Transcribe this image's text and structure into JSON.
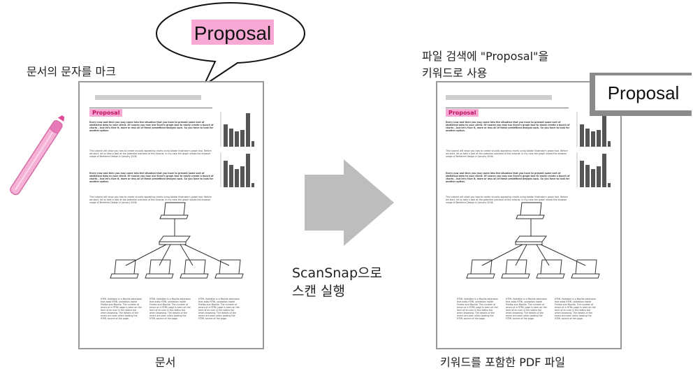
{
  "callout": {
    "keyword": "Proposal"
  },
  "left": {
    "instruction": "문서의 문자를 마크",
    "caption": "문서"
  },
  "right": {
    "instruction_line1": "파일 검색에 \"Proposal\"을",
    "instruction_line2": "키워드로 사용",
    "keyword_box": "Proposal",
    "caption": "키워드를 포함한 PDF 파일"
  },
  "arrow": {
    "line1": "ScanSnap으로",
    "line2": "스캔 실행"
  },
  "document": {
    "heading_label": "Proposal",
    "para1_bold": "Every now and then you may come into the situation that you have to present some sort of statistical data to your client. Of course you may use Excel's graph tool to easily create a bunch of charts – but let's face it, more or less all of these predefined designs suck. So you have to look for another option.",
    "para1": "This tutorial will show you how to create visually appealing charts using Adobe Illustrator's graph tool. Before we start, let us take a look at the potential outcome of this tutorial. In my case the graph shows the browser usage of Bertelme Design in January 2006.",
    "para2_bold": "Every now and then you may come into the situation that you have to present some sort of statistical data to your client. Of course you may use Excel's graph tool to easily create a bunch of charts – but let's face it, more or less all of these predefined designs suck. So you have to look for another option.",
    "para2": "This tutorial will show you how to create visually appealing charts using Adobe Illustrator's graph tool. Before we start, let us take a look at the potential outcome of this tutorial. In my case the graph shows the browser usage of Bertelme Design in January 2006.",
    "footer_col1": "HTML Validator is a Mozilla extension that adds HTML validation inside Firefox and Mozilla. The number of errors of a HTML page is seen on the form of an icon in the status bar when browsing. The details of the errors are seen when looking the HTML source of the page.",
    "footer_col2": "HTML Validator is a Mozilla extension that adds HTML validation inside Firefox and Mozilla. The number of errors of a HTML page is seen on the form of an icon in the status bar when browsing. The details of the errors are seen when looking the HTML source of the page.",
    "footer_col3": "HTML Validator is a Mozilla extension that adds HTML validation inside Firefox and Mozilla. The number of errors of a HTML page is seen on the form of an icon in the status bar when browsing. The details of the errors are seen when looking the HTML source of the page."
  },
  "colors": {
    "highlight": "#f7a8d4",
    "arrow": "#bdbdbd",
    "doc_border": "#9a9a9a",
    "bar": "#555555"
  },
  "icons": [
    "pen-icon",
    "arrow-right-icon",
    "laptop-icon",
    "network-switch-icon",
    "bar-chart-icon"
  ]
}
